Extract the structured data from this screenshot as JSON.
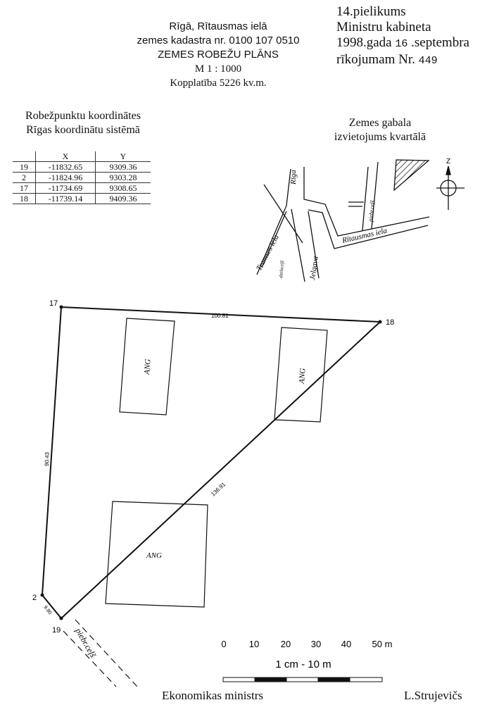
{
  "header": {
    "address": "Rīgā, Rītausmas ielā",
    "cadastre": "zemes kadastra nr. 0100 107 0510",
    "title": "ZEMES ROBEŽU PLĀNS",
    "scale": "M 1 : 1000",
    "area": "Kopplatība 5226 kv.m."
  },
  "annex": {
    "line1": "14.pielikums",
    "line2": "Ministru kabineta",
    "line3_prefix": "1998.gada",
    "day": "16",
    "line3_suffix": ".septembra",
    "line4_prefix": "rīkojumam Nr.",
    "number": "449"
  },
  "coordinates": {
    "title1": "Robežpunktu koordinātes",
    "title2": "Rīgas  koordinātu sistēmā",
    "columns": [
      "",
      "X",
      "Y"
    ],
    "rows": [
      {
        "point": "19",
        "x": "-11832.65",
        "y": "9309.36"
      },
      {
        "point": "2",
        "x": "-11824.96",
        "y": "9303.28"
      },
      {
        "point": "17",
        "x": "-11734.69",
        "y": "9308.65"
      },
      {
        "point": "18",
        "x": "-11739.14",
        "y": "9409.36"
      }
    ]
  },
  "location_map": {
    "title1": "Zemes gabala",
    "title2": "izvietojums kvartālā",
    "north": "Z",
    "streets": [
      "Rīga",
      "Tramses iela",
      "Jelgava",
      "Rītausmas iela",
      "piebr.ceļš",
      "dzelzceļš"
    ]
  },
  "plan": {
    "points": [
      "17",
      "18",
      "2",
      "19"
    ],
    "distances": {
      "d17_18": "100.81",
      "d17_2": "90.43",
      "d19_18": "136.91",
      "d2_19": "9.80"
    },
    "buildings": [
      "ANG",
      "ANG",
      "ANG"
    ],
    "road": "piebr.ceļš"
  },
  "scale_bar": {
    "ticks": [
      "0",
      "10",
      "20",
      "30",
      "40",
      "50 m"
    ],
    "caption": "1 cm - 10 m"
  },
  "footer": {
    "position": "Ekonomikas ministrs",
    "name": "L.Strujevičs"
  }
}
